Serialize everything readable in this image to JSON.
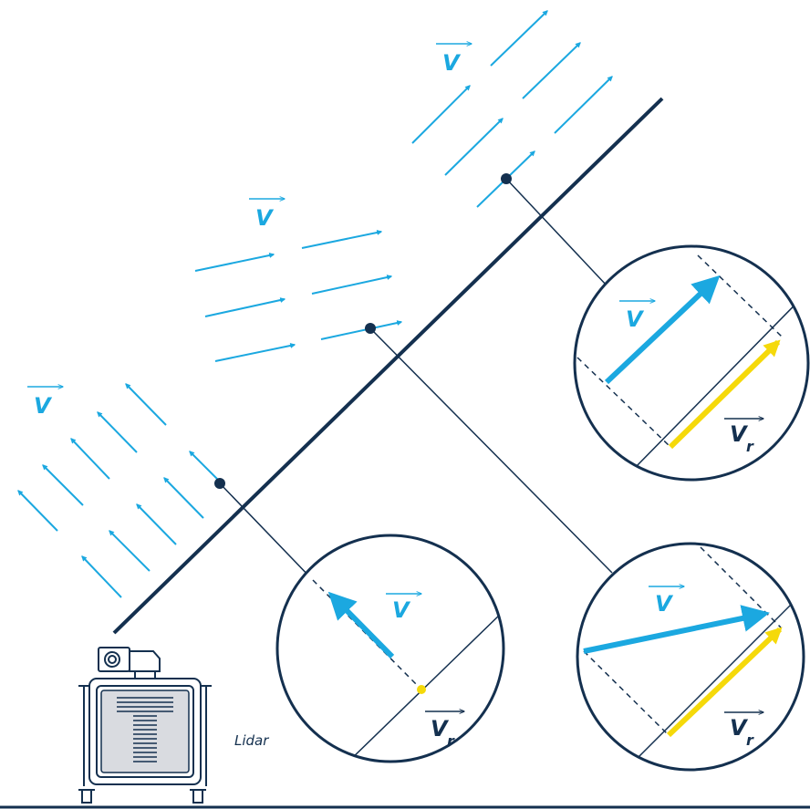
{
  "colors": {
    "navy": "#14304f",
    "wind_blue": "#1ba8e0",
    "radial_yellow": "#f5d90a",
    "lidar_panel": "#d9dbe0"
  },
  "labels": {
    "wind_vector": "V",
    "radial_vector": "V",
    "radial_subscript": "r",
    "device": "Lidar"
  },
  "icons": {
    "lidar": "lidar-device-icon",
    "ground": "ground-line"
  }
}
